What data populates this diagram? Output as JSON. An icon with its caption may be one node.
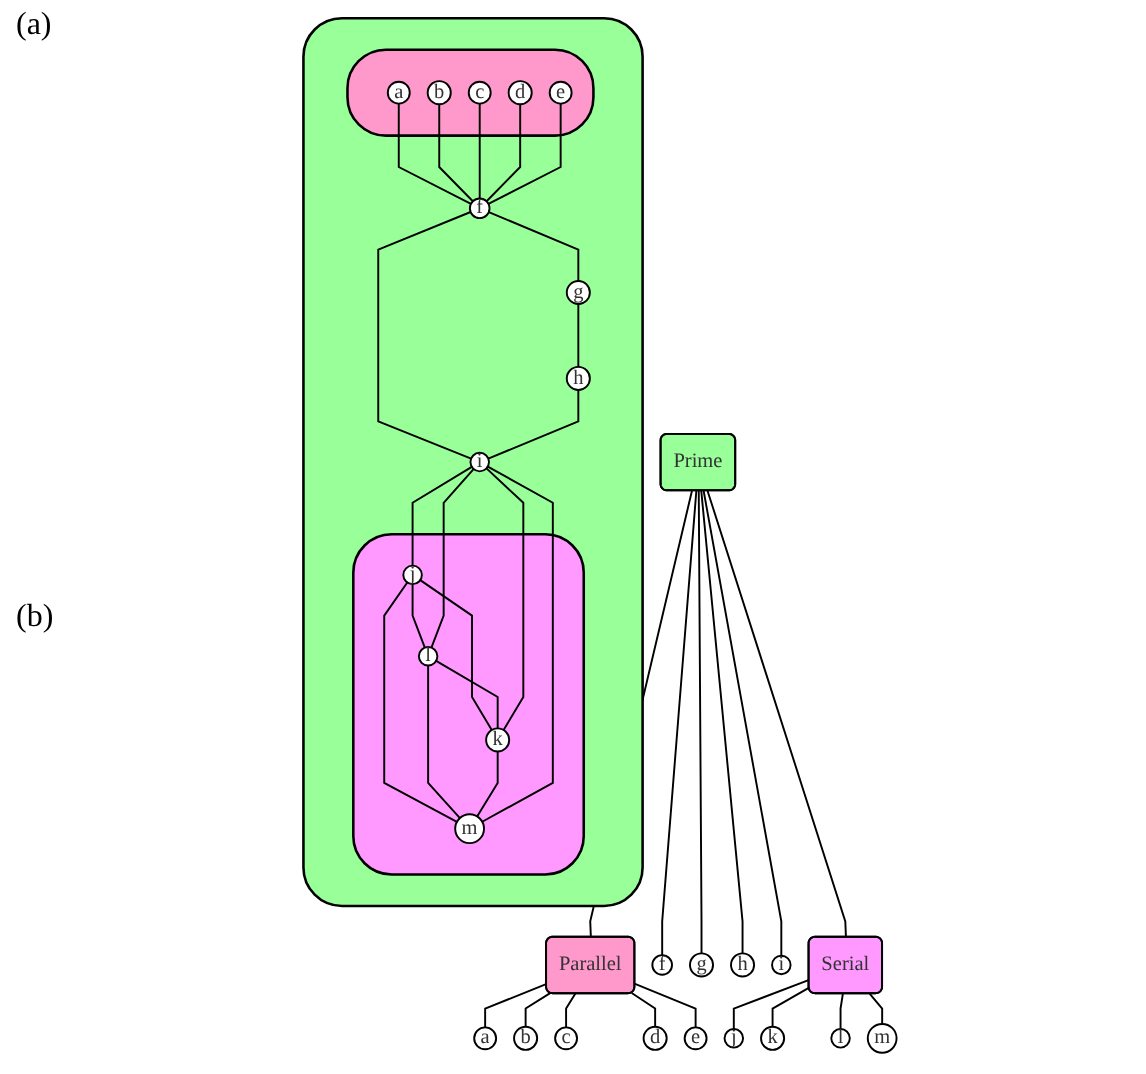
{
  "diagram": {
    "nodes": [
      {
        "text": [],
        "shape": "cloud"
      },
      {
        "text": [],
        "shape": "cloud",
        "in": 0
      },
      {
        "text": [
          "a"
        ],
        "in": 1
      },
      {
        "text": [
          "b"
        ],
        "in": 1
      },
      {
        "text": [
          "c"
        ],
        "in": 1
      },
      {
        "text": [
          "d"
        ],
        "in": 1
      },
      {
        "text": [
          "e"
        ],
        "in": 1
      },
      {
        "text": [
          "f"
        ],
        "in": 0
      },
      {
        "text": [
          "g"
        ],
        "in": 0
      },
      {
        "text": [
          "h"
        ],
        "in": 0
      },
      {
        "text": [
          "i"
        ],
        "in": 0
      },
      {
        "text": [],
        "shape": "cloud",
        "in": 0
      },
      {
        "text": [
          "j"
        ],
        "in": 11
      },
      {
        "text": [
          "l"
        ],
        "in": 11
      },
      {
        "text": [
          "k"
        ],
        "in": 11
      },
      {
        "text": [
          "m"
        ],
        "in": 11
      },
      {
        "text": [
          "Prime"
        ]
      },
      {
        "text": [
          "Parallel"
        ]
      },
      {
        "text": [
          "f"
        ]
      },
      {
        "text": [
          "g"
        ]
      },
      {
        "text": [
          "h"
        ]
      },
      {
        "text": [
          "i"
        ]
      },
      {
        "text": [
          "Serial"
        ]
      },
      {
        "text": [
          "a"
        ]
      },
      {
        "text": [
          "b"
        ]
      },
      {
        "text": [
          "c"
        ]
      },
      {
        "text": [
          "d"
        ]
      },
      {
        "text": [
          "e"
        ]
      },
      {
        "text": [
          "j"
        ]
      },
      {
        "text": [
          "k"
        ]
      },
      {
        "text": [
          "l"
        ]
      },
      {
        "text": [
          "m"
        ]
      }
    ],
    "edges": [
      {
        "from": 2,
        "to": 7,
        "arrow": "none"
      },
      {
        "from": 3,
        "to": 7,
        "arrow": "none"
      },
      {
        "from": 4,
        "to": 7,
        "arrow": "none"
      },
      {
        "from": 5,
        "to": 7,
        "arrow": "none"
      },
      {
        "from": 6,
        "to": 7,
        "arrow": "none"
      },
      {
        "from": 7,
        "to": 8,
        "arrow": "none"
      },
      {
        "from": 8,
        "to": 9,
        "arrow": "none"
      },
      {
        "from": 7,
        "to": 10,
        "arrow": "none"
      },
      {
        "from": 9,
        "to": 10,
        "arrow": "none"
      },
      {
        "from": 12,
        "to": 13,
        "arrow": "none"
      },
      {
        "from": 12,
        "to": 14,
        "arrow": "none"
      },
      {
        "from": 12,
        "to": 15,
        "arrow": "none"
      },
      {
        "from": 13,
        "to": 14,
        "arrow": "none"
      },
      {
        "from": 13,
        "to": 15,
        "arrow": "none"
      },
      {
        "from": 14,
        "to": 15,
        "arrow": "none"
      },
      {
        "from": 10,
        "to": 12,
        "arrow": "none"
      },
      {
        "from": 10,
        "to": 14,
        "arrow": "none"
      },
      {
        "from": 10,
        "to": 13,
        "arrow": "none"
      },
      {
        "from": 10,
        "to": 15,
        "arrow": "none"
      },
      {
        "from": 16,
        "to": 17,
        "arrow": "none"
      },
      {
        "from": 16,
        "to": 18,
        "arrow": "none"
      },
      {
        "from": 16,
        "to": 19,
        "arrow": "none"
      },
      {
        "from": 16,
        "to": 20,
        "arrow": "none"
      },
      {
        "from": 16,
        "to": 21,
        "arrow": "none"
      },
      {
        "from": 16,
        "to": 22,
        "arrow": "none"
      },
      {
        "from": 17,
        "to": 23,
        "arrow": "none"
      },
      {
        "from": 17,
        "to": 24,
        "arrow": "none"
      },
      {
        "from": 17,
        "to": 25,
        "arrow": "none"
      },
      {
        "from": 17,
        "to": 26,
        "arrow": "none"
      },
      {
        "from": 17,
        "to": 27,
        "arrow": "none"
      },
      {
        "from": 22,
        "to": 28,
        "arrow": "none"
      },
      {
        "from": 22,
        "to": 29,
        "arrow": "none"
      },
      {
        "from": 22,
        "to": 30,
        "arrow": "none"
      },
      {
        "from": 22,
        "to": 31,
        "arrow": "none"
      }
    ],
    "labels": [
      "(a)",
      "(b)"
    ]
  }
}
